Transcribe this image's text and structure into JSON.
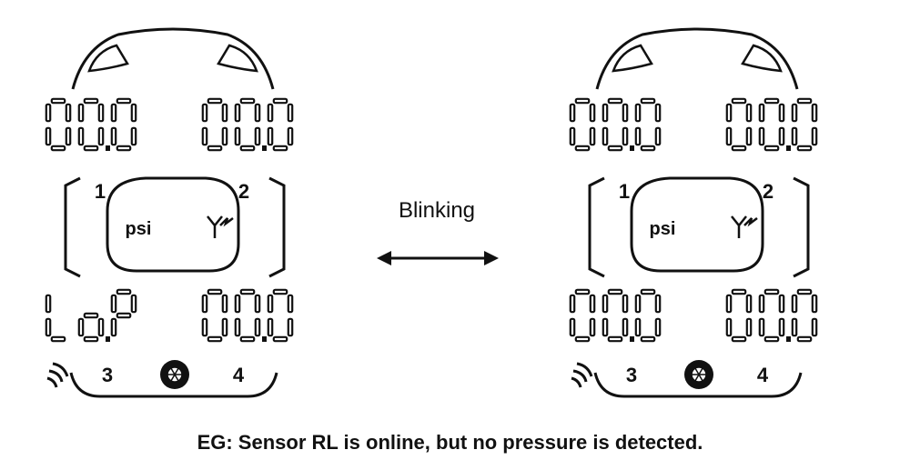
{
  "blink_label": "Blinking",
  "caption": "EG: Sensor RL is online, but no pressure is detected.",
  "displays": [
    {
      "readouts": {
        "tl": "000",
        "tr": "000",
        "bl": "LoP",
        "br": "000"
      },
      "unit": "psi",
      "positions": [
        "1",
        "2",
        "3",
        "4"
      ],
      "icons": [
        "antenna-icon",
        "signal-icon",
        "tire-icon"
      ]
    },
    {
      "readouts": {
        "tl": "000",
        "tr": "000",
        "bl": "000",
        "br": "000"
      },
      "unit": "psi",
      "positions": [
        "1",
        "2",
        "3",
        "4"
      ],
      "icons": [
        "antenna-icon",
        "signal-icon",
        "tire-icon"
      ]
    }
  ],
  "colors": {
    "ink": "#111111",
    "background": "#ffffff"
  }
}
